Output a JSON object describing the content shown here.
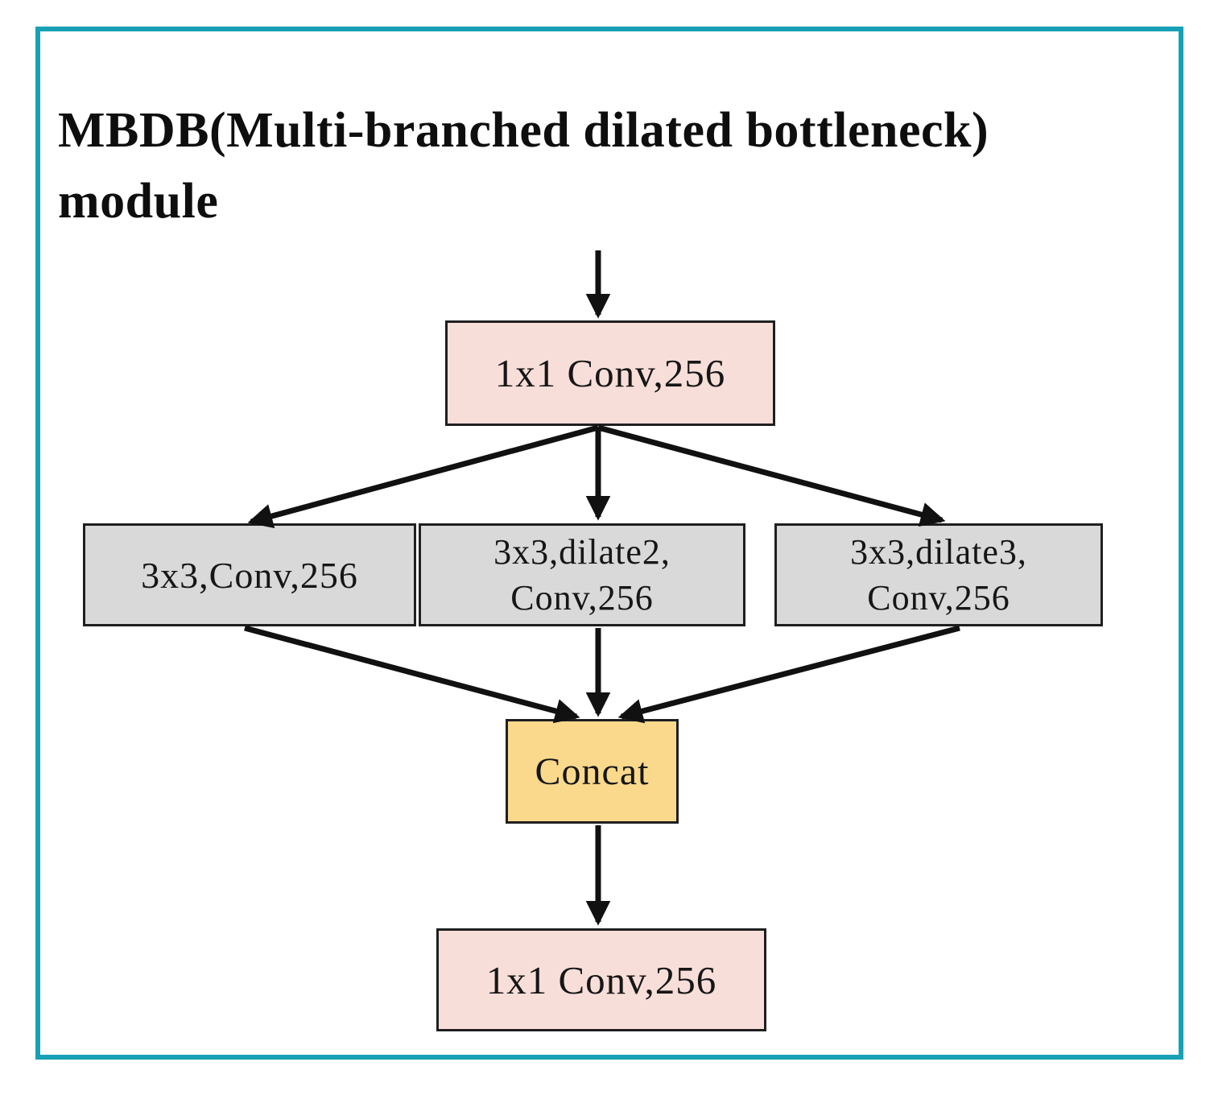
{
  "frame": {
    "border_color": "#18a1b6",
    "background": "#ffffff"
  },
  "title": {
    "line1": "MBDB(Multi-branched dilated bottleneck)",
    "line2": "module"
  },
  "colors": {
    "conv_box": "#f8ded9",
    "branch_box": "#d9d9d9",
    "concat_box": "#fad98d",
    "box_border": "#1f1f1f",
    "arrow": "#111111"
  },
  "nodes": {
    "input_conv": {
      "label": "1x1 Conv,256"
    },
    "branch_conv": {
      "label": "3x3,Conv,256"
    },
    "branch_dilate2": {
      "line1": "3x3,dilate2,",
      "line2": "Conv,256"
    },
    "branch_dilate3": {
      "line1": "3x3,dilate3,",
      "line2": "Conv,256"
    },
    "concat": {
      "label": "Concat"
    },
    "output_conv": {
      "label": "1x1 Conv,256"
    }
  }
}
